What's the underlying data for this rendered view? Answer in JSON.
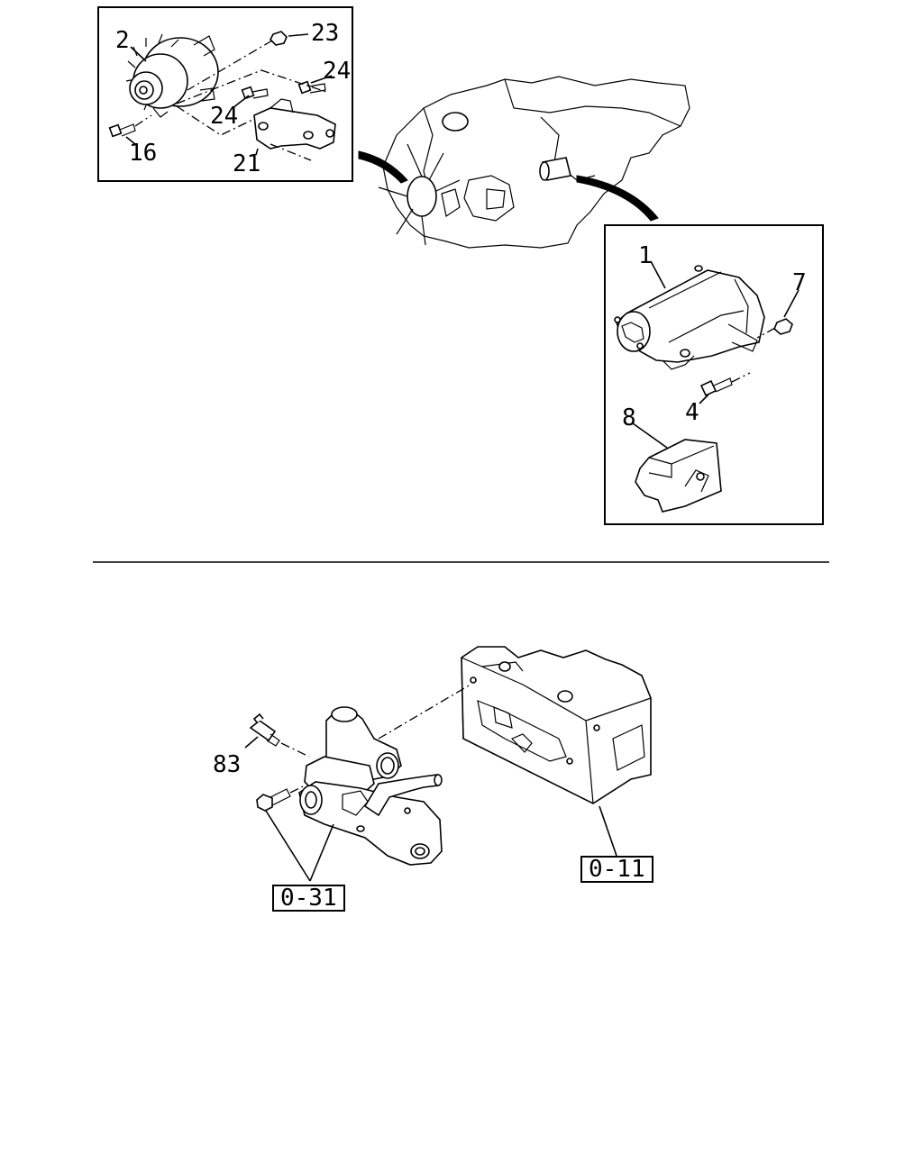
{
  "callouts": {
    "alternator": "2",
    "nut_23": "23",
    "bolt_24_top": "24",
    "bolt_24_mid": "24",
    "bolt_16": "16",
    "bracket_21": "21",
    "starter": "1",
    "nut_7": "7",
    "bolt_4": "4",
    "cover_8": "8",
    "sensor_83": "83"
  },
  "references": {
    "thermostat_housing": "0-31",
    "cylinder_head": "0-11"
  }
}
